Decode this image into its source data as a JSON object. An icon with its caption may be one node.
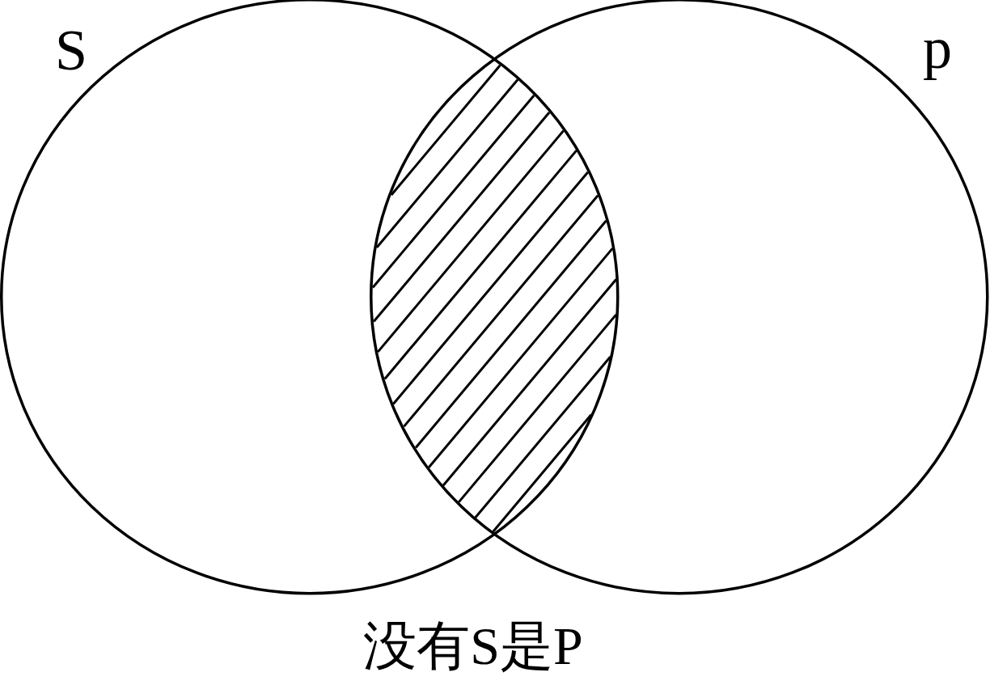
{
  "diagram": {
    "caption": "没有S是P",
    "nodes": [
      {
        "text": [
          "S"
        ]
      },
      {
        "text": [
          "p"
        ]
      }
    ]
  }
}
